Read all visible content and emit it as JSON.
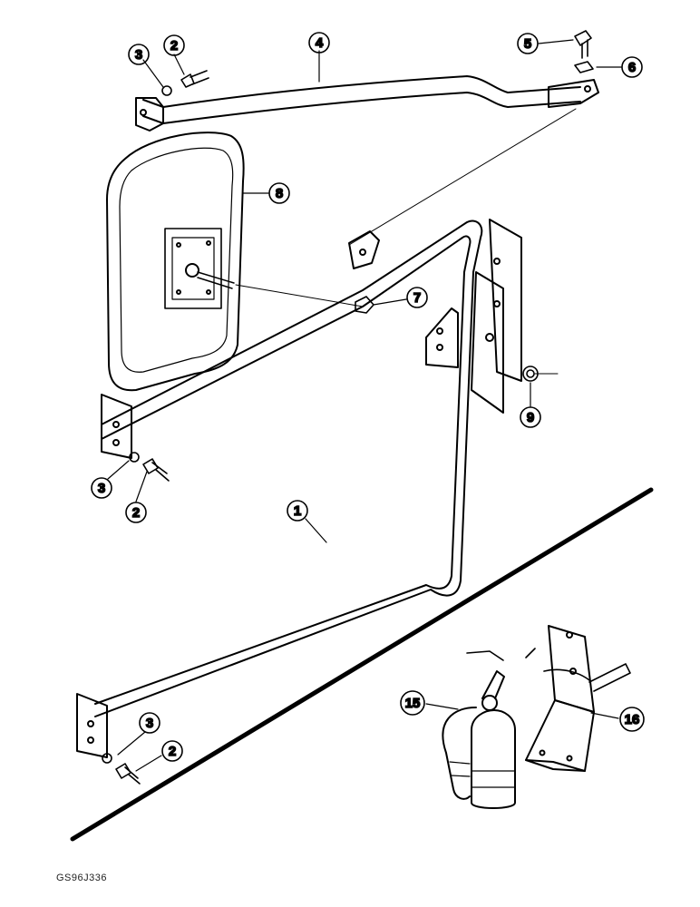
{
  "figure": {
    "reference_code": "GS96J336"
  },
  "callouts": {
    "arm_upper": "4",
    "washer_upper_left": "3",
    "bolt_upper_left": "2",
    "bolt_upper_right": "5",
    "washer_upper_right": "6",
    "mirror": "8",
    "nut_center": "7",
    "nut_bracket": "9",
    "washer_mid_left": "3",
    "bolt_mid_left": "2",
    "arm_lower": "1",
    "washer_lower": "3",
    "bolt_lower": "2",
    "extinguisher": "15",
    "extinguisher_bracket": "16"
  }
}
